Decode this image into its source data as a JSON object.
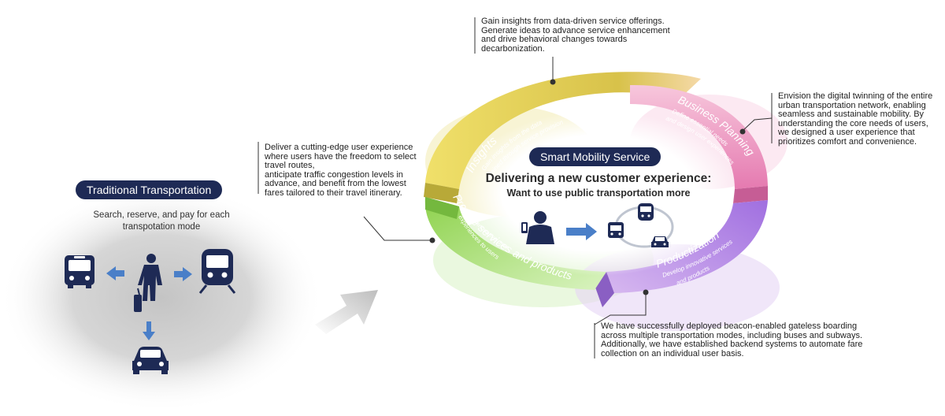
{
  "traditional": {
    "badge": "Traditional Transportation",
    "description_lines": [
      "Search, reserve, and pay for each",
      "transpotation mode"
    ],
    "icons": [
      "bus-icon",
      "walking-traveler-icon",
      "train-icon",
      "car-icon"
    ]
  },
  "cycle": {
    "center_badge": "Smart Mobility Service",
    "headline": "Delivering a new customer experience:",
    "subheadline": "Want to use public transportation more",
    "segments": [
      {
        "title": "Insights",
        "subtitle_lines": [
          "Gain insights from the data",
          "obtained through service provision"
        ],
        "color": "#d7c640"
      },
      {
        "title": "Business Planning",
        "subtitle_lines": [
          "Define essential needs",
          "and design user experiences"
        ],
        "color": "#e37fb2"
      },
      {
        "title": "Productization",
        "subtitle_lines": [
          "Develop innovative services",
          "and products"
        ],
        "color": "#a77ce0"
      },
      {
        "title": "Provide services and products",
        "subtitle_lines": [
          "Deliver innovative user",
          "experiences to users"
        ],
        "color": "#8fdc57"
      }
    ]
  },
  "callouts": {
    "insights": [
      "Gain insights from data-driven service offerings.",
      "Generate ideas to advance service enhancement",
      "and drive behavioral changes towards",
      "decarbonization."
    ],
    "planning": [
      "Envision the digital twinning of the entire",
      "urban transportation network, enabling",
      "seamless and sustainable mobility. By",
      "understanding the core needs of users,",
      "we designed a user experience that",
      "prioritizes comfort and convenience."
    ],
    "provide": [
      "Deliver a cutting-edge user experience",
      "where users have the freedom to select",
      "travel routes,",
      "anticipate traffic congestion levels in",
      "advance, and benefit from the lowest",
      "fares tailored to their travel itinerary."
    ],
    "productization": [
      "We have successfully deployed beacon-enabled gateless boarding",
      "across multiple transportation modes, including buses and subways.",
      "Additionally, we have established backend systems to automate fare",
      "collection on an individual user basis."
    ]
  },
  "colors": {
    "navy": "#1e2a55",
    "arrow_blue": "#4a7fc8",
    "insights": "#d7c640",
    "planning": "#e37fb2",
    "productization": "#a77ce0",
    "provide": "#8fdc57"
  }
}
